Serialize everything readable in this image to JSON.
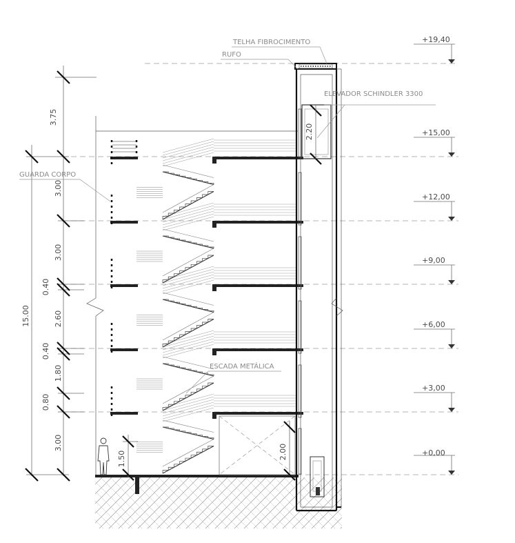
{
  "labels": {
    "telha": "TELHA FIBROCIMENTO",
    "rufo": "RUFO",
    "elevador": "ELEVADOR SCHINDLER 3300",
    "guarda": "GUARDA CORPO",
    "escada": "ESCADA METÁLICA"
  },
  "levels": [
    "+19,40",
    "+15,00",
    "+12,00",
    "+9,00",
    "+6,00",
    "+3,00",
    "+0,00"
  ],
  "dims_left": [
    "3.75",
    "15.00"
  ],
  "dims_inner": [
    "3.00",
    "3.00",
    "0.40",
    "2.60",
    "0.40",
    "1.80",
    "0.80",
    "3.00"
  ],
  "dims_misc": {
    "door_height": "1.50",
    "cabin_height": "2.20",
    "opening_height": "2.00"
  }
}
